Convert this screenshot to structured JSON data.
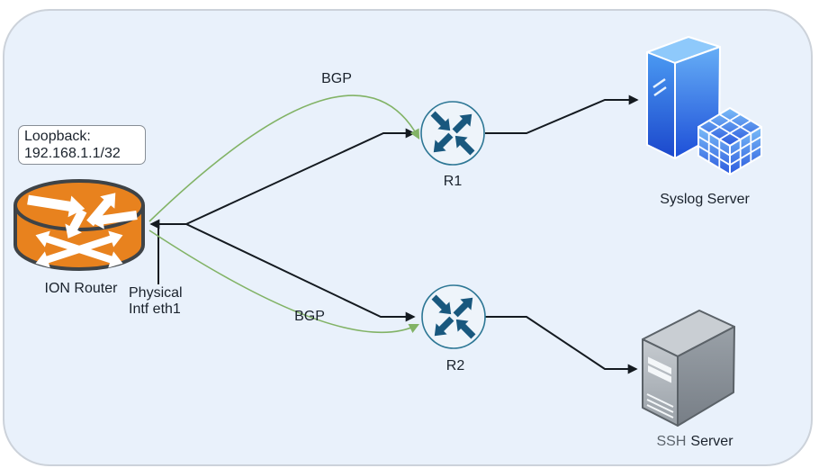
{
  "app": {
    "type": "network-topology-diagram"
  },
  "labels": {
    "loopback_line1": "Loopback:",
    "loopback_line2": "192.168.1.1/32",
    "ion_router": "ION Router",
    "physical_line1": "Physical",
    "physical_line2": "Intf eth1",
    "bgp_top": "BGP",
    "bgp_bottom": "BGP",
    "r1": "R1",
    "r2": "R2",
    "syslog_server": "Syslog Server",
    "ssh_part1": "SSH",
    "ssh_part2": "Server"
  },
  "topology": {
    "nodes": [
      {
        "id": "ion-router",
        "label": "ION Router",
        "icon": "orange-cylinder-router-icon",
        "loopback": "192.168.1.1/32",
        "physical_interface": "eth1"
      },
      {
        "id": "r1",
        "label": "R1",
        "icon": "circle-router-icon"
      },
      {
        "id": "r2",
        "label": "R2",
        "icon": "circle-router-icon"
      },
      {
        "id": "syslog-server",
        "label": "Syslog Server",
        "icon": "blue-server-tower-icon"
      },
      {
        "id": "ssh-server",
        "label": "SSH Server",
        "icon": "gray-server-tower-icon"
      }
    ],
    "connections": [
      {
        "from": "ion-router",
        "to": "r1",
        "style": "black-arrow"
      },
      {
        "from": "ion-router",
        "to": "r2",
        "style": "black-arrow"
      },
      {
        "from": "ion-router",
        "to": "r1",
        "style": "green-curve",
        "label": "BGP"
      },
      {
        "from": "ion-router",
        "to": "r2",
        "style": "green-curve",
        "label": "BGP"
      },
      {
        "from": "r1",
        "to": "syslog-server",
        "style": "black-arrow"
      },
      {
        "from": "r2",
        "to": "ssh-server",
        "style": "black-arrow"
      }
    ]
  },
  "colors": {
    "canvas_bg": "#e9f1fb",
    "canvas_border": "#ccd2da",
    "router_orange": "#e8821e",
    "router_outline": "#3e4347",
    "connector_black": "#141a20",
    "bgp_green": "#82b366",
    "circle_router_stroke": "#2d7795",
    "circle_router_arrow": "#19587e",
    "server_blue_light": "#8ec9fb",
    "server_blue_dark": "#1c4ed8",
    "server_gray_light": "#c9ced3",
    "server_gray_dark": "#777e86",
    "ssh_text_gray": "#5d656d"
  }
}
